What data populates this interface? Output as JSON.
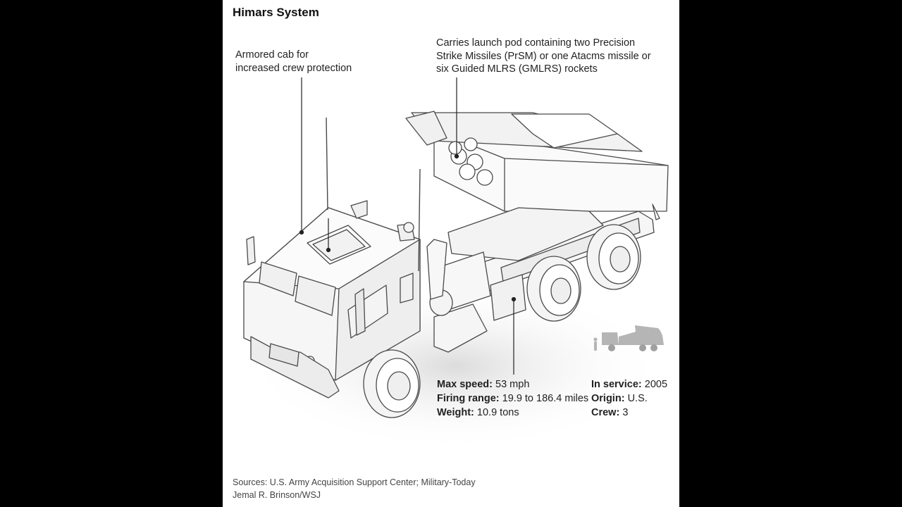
{
  "title": "Himars System",
  "callouts": {
    "cab": [
      "Armored cab for",
      "increased crew protection"
    ],
    "pod": [
      "Carries launch pod containing two Precision",
      "Strike Missiles (PrSM) or one Atacms missile or",
      "six Guided MLRS (GMLRS) rockets"
    ]
  },
  "stats_left": [
    {
      "label": "Max speed:",
      "value": "53 mph"
    },
    {
      "label": "Firing range:",
      "value": "19.9 to 186.4 miles"
    },
    {
      "label": "Weight:",
      "value": "10.9 tons"
    }
  ],
  "stats_right": [
    {
      "label": "In service:",
      "value": "2005"
    },
    {
      "label": "Origin:",
      "value": "U.S."
    },
    {
      "label": "Crew:",
      "value": "3"
    }
  ],
  "credits": {
    "sources": "Sources: U.S. Army Acquisition Support Center; Military-Today",
    "byline": "Jemal R. Brinson/WSJ"
  },
  "colors": {
    "outer_background": "#000000",
    "panel_background": "#ffffff",
    "line_art": "#4a4a4a",
    "text": "#222222"
  },
  "icons": {
    "vehicle": "himars-truck-illustration",
    "scale": "scale-person-and-truck-icon"
  }
}
